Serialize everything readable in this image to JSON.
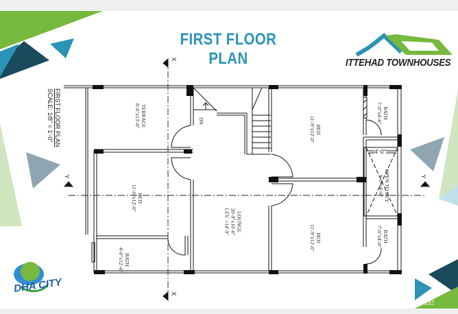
{
  "title": "FIRST FLOOR PLAN",
  "brand": "ITTEHAD TOWNHOUSES",
  "partner_logo": "DHA CITY",
  "watermark": "site",
  "plan_caption": {
    "name": "FIRST FLOOR PLAN",
    "scale": "SCALE: 1/8\" = 1'-0\""
  },
  "axis_labels": {
    "x": "X",
    "y": "Y"
  },
  "stair_label": "DN",
  "rooms": [
    {
      "name": "TERRACE",
      "size": "8'-6\"x13'-0\""
    },
    {
      "name": "BED",
      "size": "11'-0\"x12'-6\""
    },
    {
      "name": "BATH",
      "size": "4'-0\"x12'-6\""
    },
    {
      "name": "LOUNGE",
      "size": "20'-9\"x10'-0\"",
      "level": "LEV. +14'-9\""
    },
    {
      "name": "BED",
      "size": "11'-9\"x12'-0\""
    },
    {
      "name": "BED",
      "size": "11'-9\"x12'-0\""
    },
    {
      "name": "BATH",
      "size": "7'-0\"x4'-0\""
    },
    {
      "name": "BATH",
      "size": "7'-0\"x4'-0\""
    },
    {
      "name": "OPEN TO SKY",
      "size": "9'-0\"x4'-0\""
    }
  ],
  "dimension": "4'-0\"",
  "colors": {
    "green": "#77b83f",
    "teal": "#2b93b5",
    "navy": "#1a4a5c",
    "grey": "#8fa6b2"
  }
}
